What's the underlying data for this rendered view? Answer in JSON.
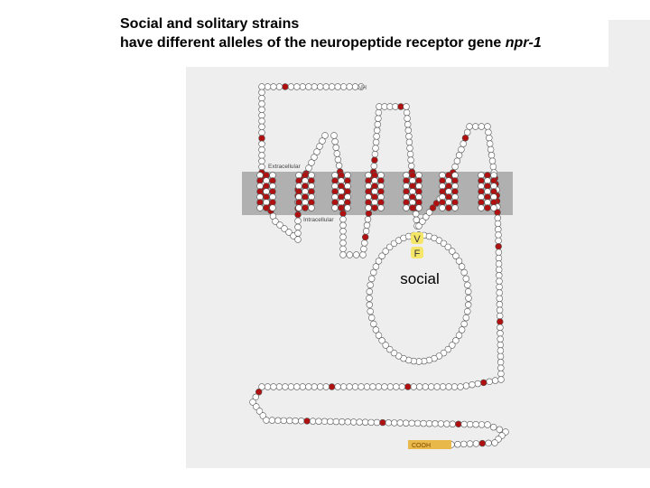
{
  "title": {
    "line1": "Social and solitary strains",
    "line2_prefix": "have different alleles of the neuropeptide receptor gene ",
    "line2_gene": "npr-1"
  },
  "diagram": {
    "n_terminus_label": "NH",
    "extracellular_label": "Extracellular",
    "intracellular_label": "Intracellular",
    "residue_v": "V",
    "residue_f": "F",
    "strain_label": "social",
    "c_terminus_label": "COOH",
    "colors": {
      "membrane": "#b0b0b0",
      "residue_white": "#ffffff",
      "residue_red": "#b01010",
      "residue_outline": "#555555",
      "highlight": "#f5e66a",
      "cterm_box": "#e8b84a"
    }
  }
}
